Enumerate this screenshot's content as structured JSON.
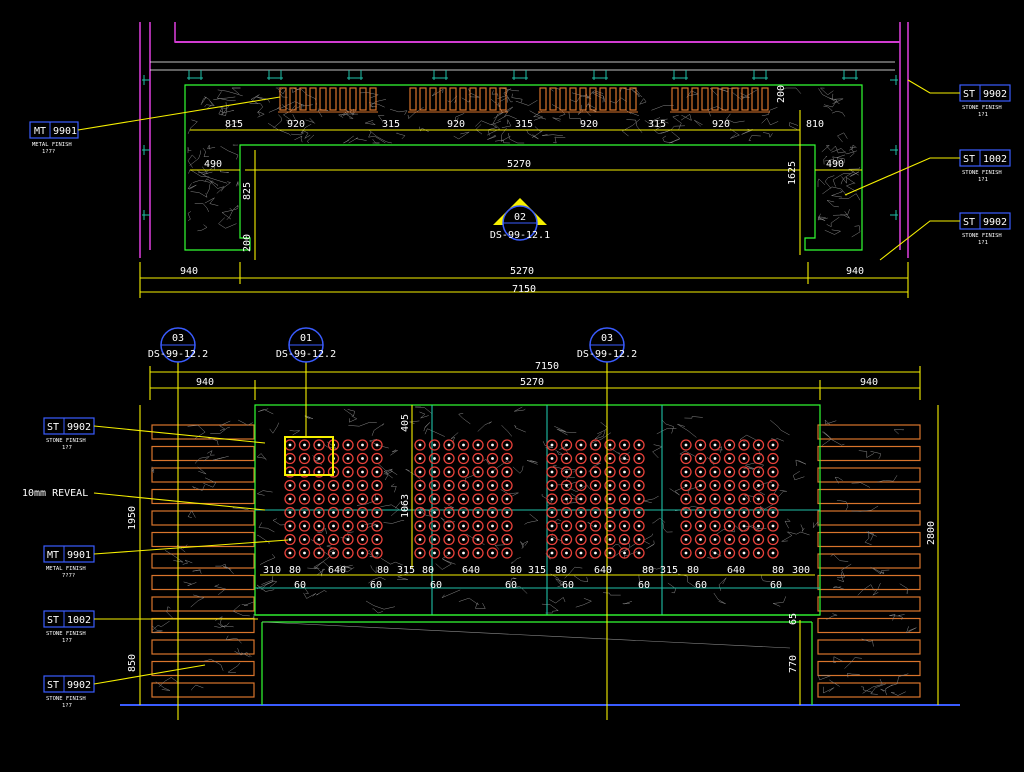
{
  "plan": {
    "segments_top": [
      "815",
      "920",
      "315",
      "920",
      "315",
      "920",
      "315",
      "920",
      "810"
    ],
    "dim_200_right": "200",
    "dim_490_left": "490",
    "dim_490_right": "490",
    "dim_inner_width": "5270",
    "dim_825": "825",
    "dim_200_left": "200",
    "dim_1625": "1625",
    "bottom_left": "940",
    "bottom_mid": "5270",
    "bottom_right": "940",
    "total": "7150",
    "section_marker": {
      "number": "02",
      "ref": "DS-99-12.1"
    },
    "tags": [
      {
        "code": "MT",
        "num": "9901",
        "sub1": "METAL FINISH",
        "sub2": "1?7?"
      },
      {
        "code": "ST",
        "num": "9902",
        "sub1": "STONE FINISH",
        "sub2": "1?1"
      },
      {
        "code": "ST",
        "num": "1002",
        "sub1": "STONE FINISH",
        "sub2": "1?1"
      },
      {
        "code": "ST",
        "num": "9902",
        "sub1": "STONE FINISH",
        "sub2": "1?1"
      }
    ]
  },
  "elevation": {
    "markers": [
      {
        "number": "03",
        "ref": "DS-99-12.2"
      },
      {
        "number": "01",
        "ref": "DS-99-12.2"
      },
      {
        "number": "03",
        "ref": "DS-99-12.2"
      }
    ],
    "top_total": "7150",
    "top_left": "940",
    "top_mid": "5270",
    "top_right": "940",
    "dim_405": "405",
    "dim_1063": "1063",
    "dim_1950": "1950",
    "dim_2800": "2800",
    "dim_850": "850",
    "dim_770": "770",
    "dim_65": "65",
    "bottom_segments": [
      "310",
      "80",
      "640",
      "80",
      "315",
      "80",
      "640",
      "80",
      "315",
      "80",
      "640",
      "80",
      "315",
      "80",
      "640",
      "80",
      "300"
    ],
    "bottom_sub": [
      "60",
      "60",
      "60",
      "60",
      "60",
      "60",
      "60",
      "60"
    ],
    "reveal_label": "10mm  REVEAL",
    "tags": [
      {
        "code": "ST",
        "num": "9902",
        "sub1": "STONE FINISH",
        "sub2": "1?7"
      },
      {
        "code": "MT",
        "num": "9901",
        "sub1": "METAL FINISH",
        "sub2": "7?7?"
      },
      {
        "code": "ST",
        "num": "1002",
        "sub1": "STONE FINISH",
        "sub2": "1?7"
      },
      {
        "code": "ST",
        "num": "9902",
        "sub1": "STONE FINISH",
        "sub2": "1?7"
      }
    ]
  },
  "colors": {
    "background": "#000000",
    "dimension": "#f6f000",
    "wall_outline": "#33ff33",
    "frame": "#d13bd1",
    "stone_hatch": "#8a8a8a",
    "wine_slot": "#e8413a",
    "wood_bar": "#d9742c",
    "tag_border": "#3a5cff",
    "panel_line": "#1fbfa8"
  }
}
